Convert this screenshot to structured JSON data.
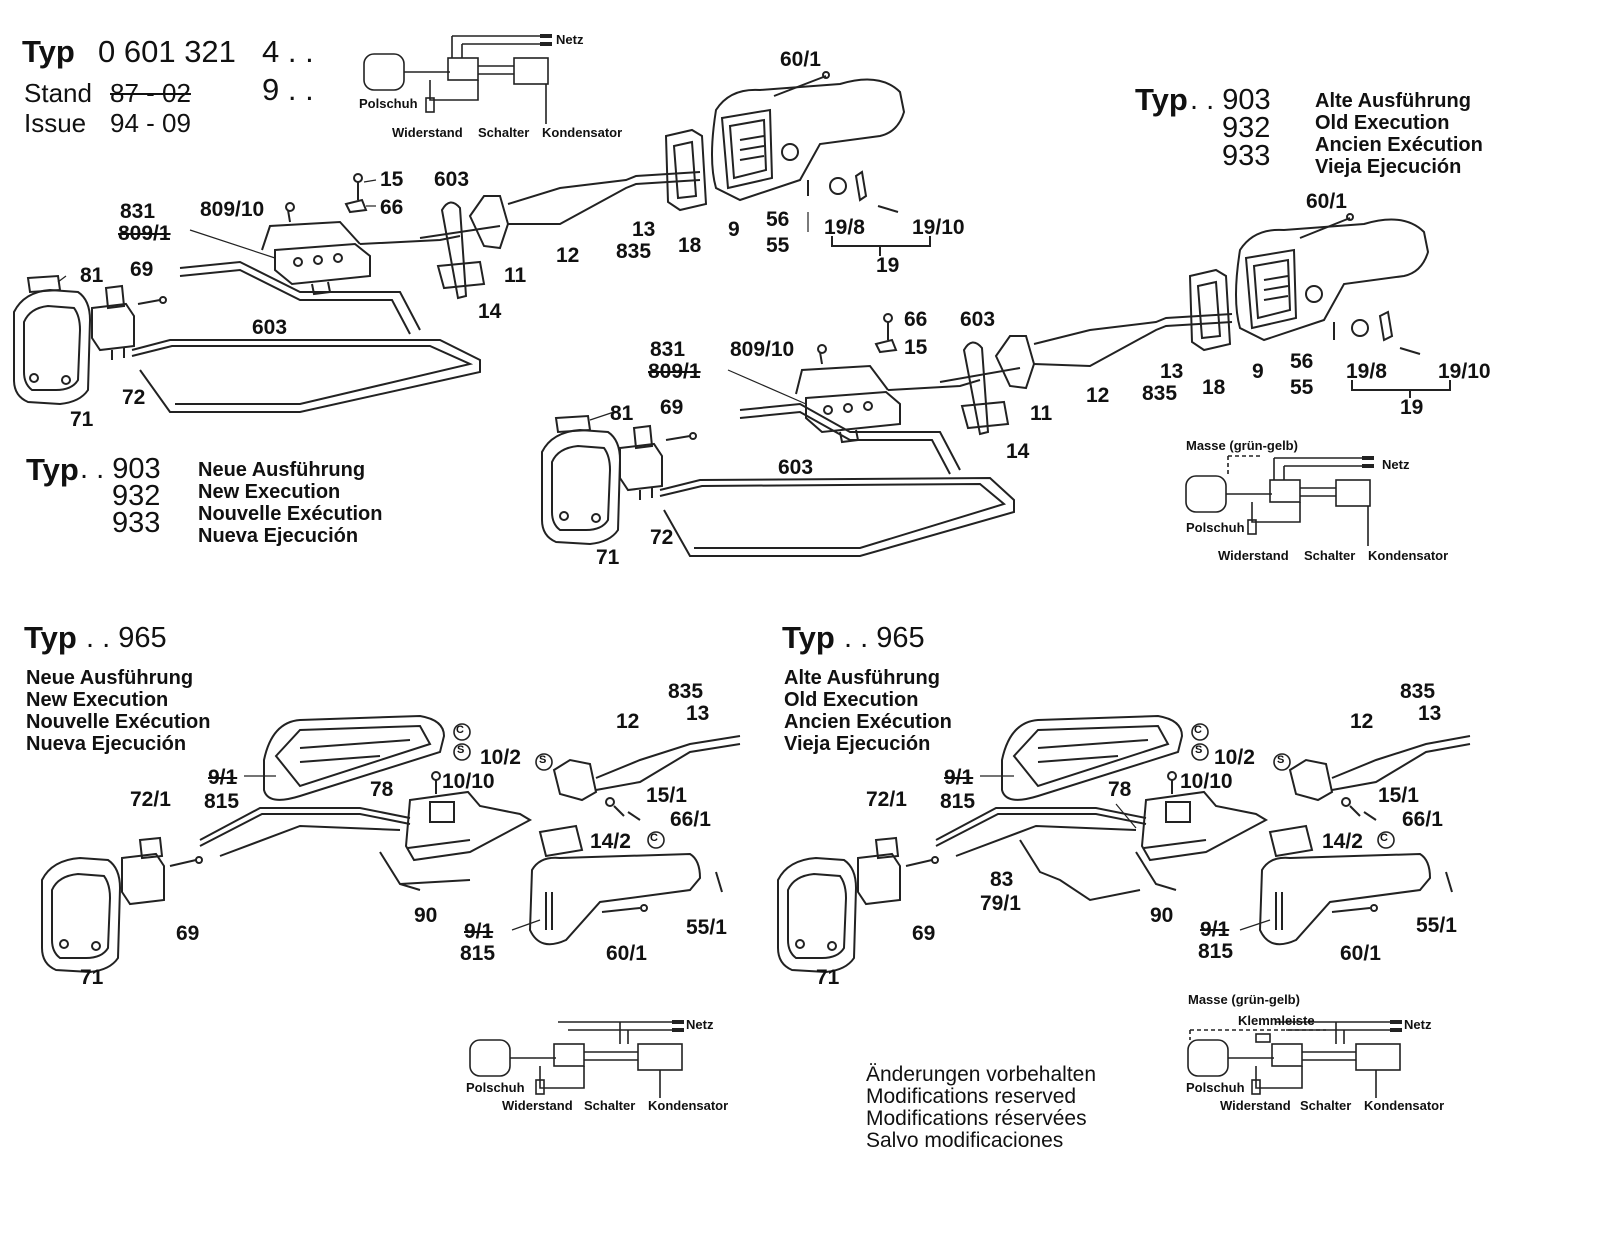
{
  "header": {
    "typ_label": "Typ",
    "typ_number": "0 601 321",
    "typ_suffix1": "4 . .",
    "typ_suffix2": "9 . .",
    "stand_label": "Stand",
    "stand_value": "87 - 02",
    "issue_label": "Issue",
    "issue_value": "94 - 09"
  },
  "block_old_903": {
    "typ": "Typ",
    "numbers": [
      ". . 903",
      "932",
      "933"
    ],
    "lines": [
      "Alte Ausführung",
      "Old Execution",
      "Ancien Exécution",
      "Vieja Ejecución"
    ]
  },
  "block_new_903": {
    "typ": "Typ",
    "numbers": [
      ". . 903",
      "932",
      "933"
    ],
    "lines": [
      "Neue Ausführung",
      "New Execution",
      "Nouvelle Exécution",
      "Nueva Ejecución"
    ]
  },
  "block_new_965": {
    "typ": "Typ",
    "number": ". . 965",
    "lines": [
      "Neue Ausführung",
      "New Execution",
      "Nouvelle Exécution",
      "Nueva Ejecución"
    ]
  },
  "block_old_965": {
    "typ": "Typ",
    "number": ". . 965",
    "lines": [
      "Alte Ausführung",
      "Old Execution",
      "Ancien Exécution",
      "Vieja Ejecución"
    ]
  },
  "modifications": [
    "Änderungen vorbehalten",
    "Modifications reserved",
    "Modifications réservées",
    "Salvo modificaciones"
  ],
  "wiring": {
    "netz": "Netz",
    "polschuh": "Polschuh",
    "widerstand": "Widerstand",
    "schalter": "Schalter",
    "kondensator": "Kondensator",
    "masse": "Masse (grün-gelb)",
    "klemmleiste": "Klemmleiste"
  },
  "callouts": {
    "d1": [
      "60/1",
      "15",
      "66",
      "603",
      "831",
      "809/10",
      "809/1",
      "81",
      "69",
      "603",
      "12",
      "13",
      "835",
      "18",
      "9",
      "56",
      "55",
      "19/8",
      "19/10",
      "19",
      "11",
      "14",
      "71",
      "72"
    ],
    "d2": [
      "60/1",
      "66",
      "15",
      "603",
      "831",
      "809/10",
      "809/1",
      "81",
      "69",
      "603",
      "12",
      "13",
      "835",
      "18",
      "9",
      "56",
      "55",
      "19/8",
      "19/10",
      "19",
      "11",
      "14",
      "71",
      "72"
    ],
    "d3": [
      "835",
      "13",
      "12",
      "10/2",
      "10/10",
      "9/1",
      "815",
      "72/1",
      "78",
      "15/1",
      "66/1",
      "14/2",
      "90",
      "9/1",
      "815",
      "55/1",
      "60/1",
      "69",
      "71"
    ],
    "d4": [
      "835",
      "13",
      "12",
      "10/2",
      "10/10",
      "9/1",
      "815",
      "72/1",
      "78",
      "15/1",
      "66/1",
      "14/2",
      "83",
      "79/1",
      "90",
      "9/1",
      "815",
      "55/1",
      "60/1",
      "69",
      "71"
    ],
    "markers": [
      "C",
      "S"
    ]
  }
}
